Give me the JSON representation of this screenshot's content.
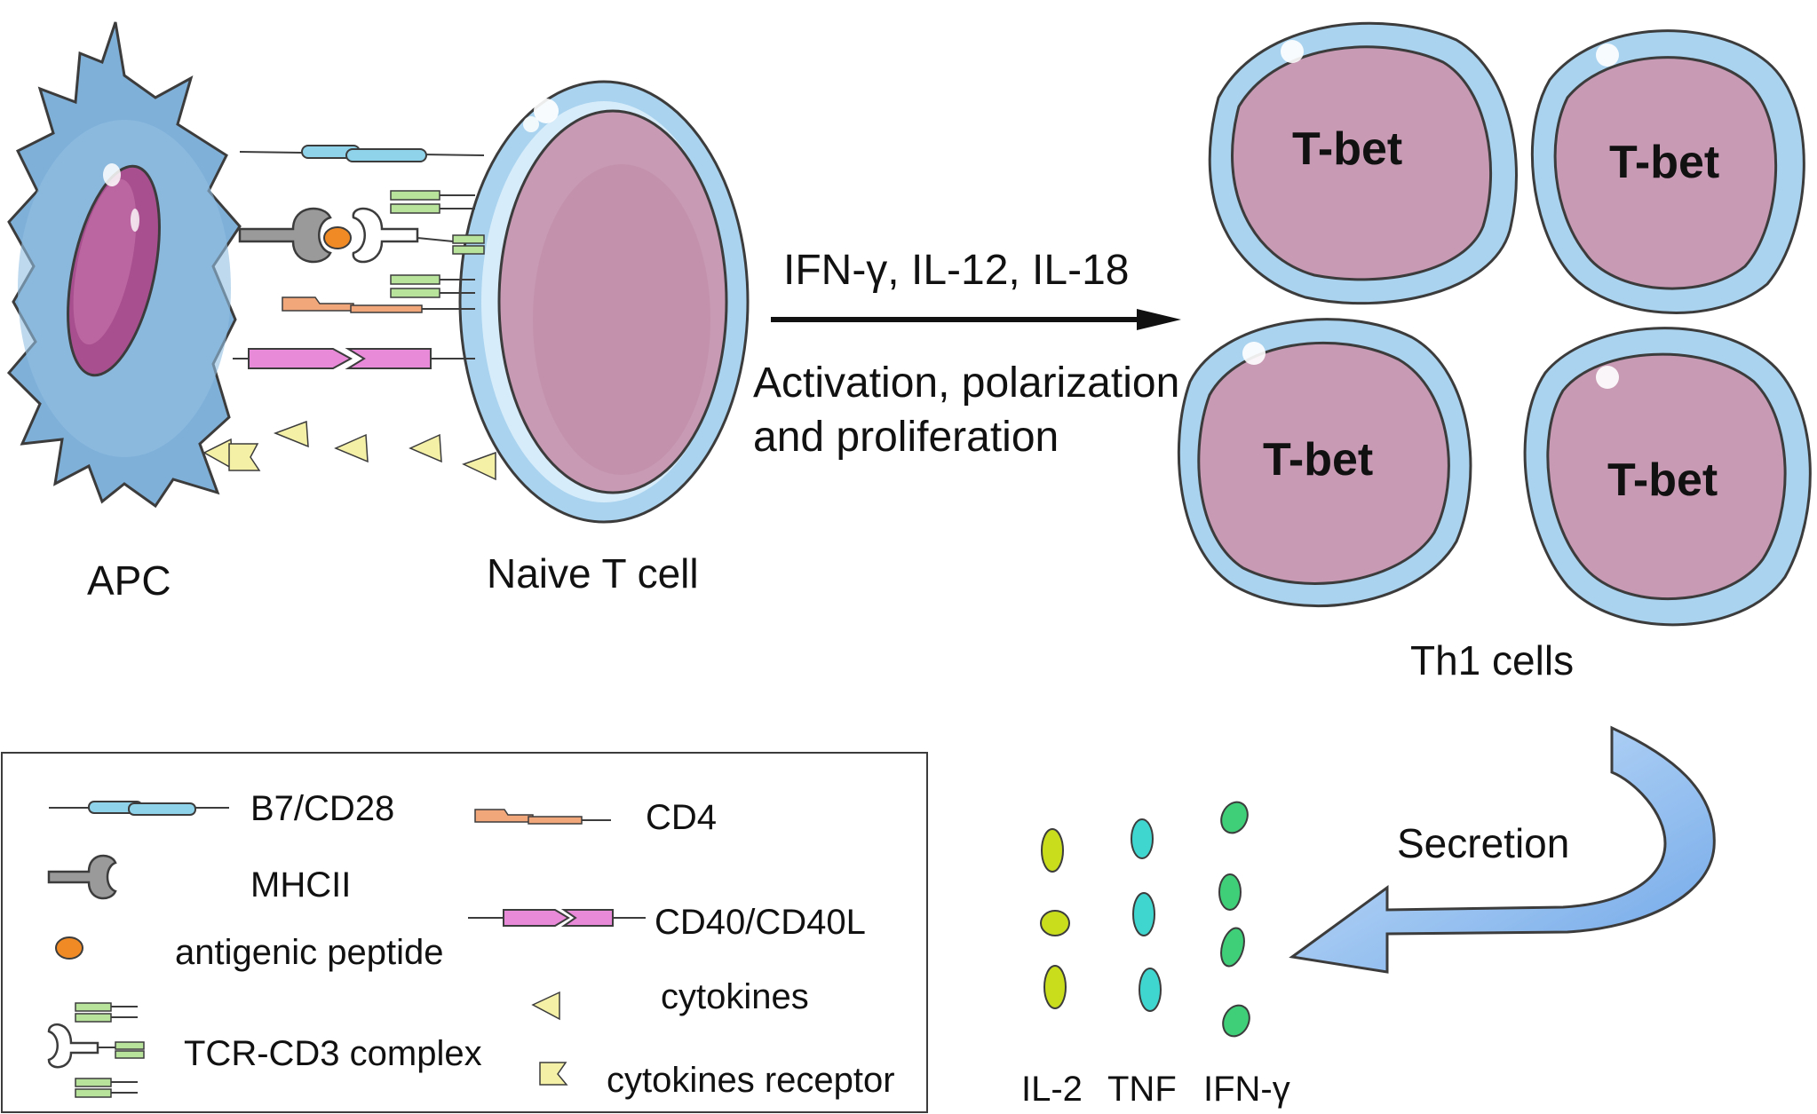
{
  "cells": {
    "apc_label": "APC",
    "naive_label": "Naive T cell",
    "th1_label": "Th1 cells",
    "tbet_label": "T-bet"
  },
  "arrow": {
    "cytokines_label": "IFN-γ, IL-12, IL-18",
    "process_line1": "Activation, polarization",
    "process_line2": "and  proliferation"
  },
  "secretion": {
    "label": "Secretion",
    "products": [
      "IL-2",
      "TNF",
      "IFN-γ"
    ]
  },
  "legend": {
    "b7_cd28": "B7/CD28",
    "mhc2": "MHCII",
    "peptide": "antigenic peptide",
    "tcr": "TCR-CD3 complex",
    "cd4": "CD4",
    "cd40": "CD40/CD40L",
    "cytokines": "cytokines",
    "receptor": "cytokines receptor"
  },
  "colors": {
    "apc_body": "#7fb0d8",
    "nucleus_purple": "#a8508f",
    "t_cell_membrane": "#a9d3ef",
    "t_cell_nucleus": "#c89ab3",
    "b7_cd28": "#8fd3ea",
    "tcr_green": "#b8e39a",
    "peptide_orange": "#f08a24",
    "cd4_orange": "#f2a77a",
    "cd40_pink": "#e98ad8",
    "cytokine_yellow": "#f4f0a6",
    "il2_color": "#c9dd1c",
    "tnf_color": "#3fd6d0",
    "ifng_color": "#3fcf79",
    "secretion_arrow": "#a6cdf2"
  }
}
